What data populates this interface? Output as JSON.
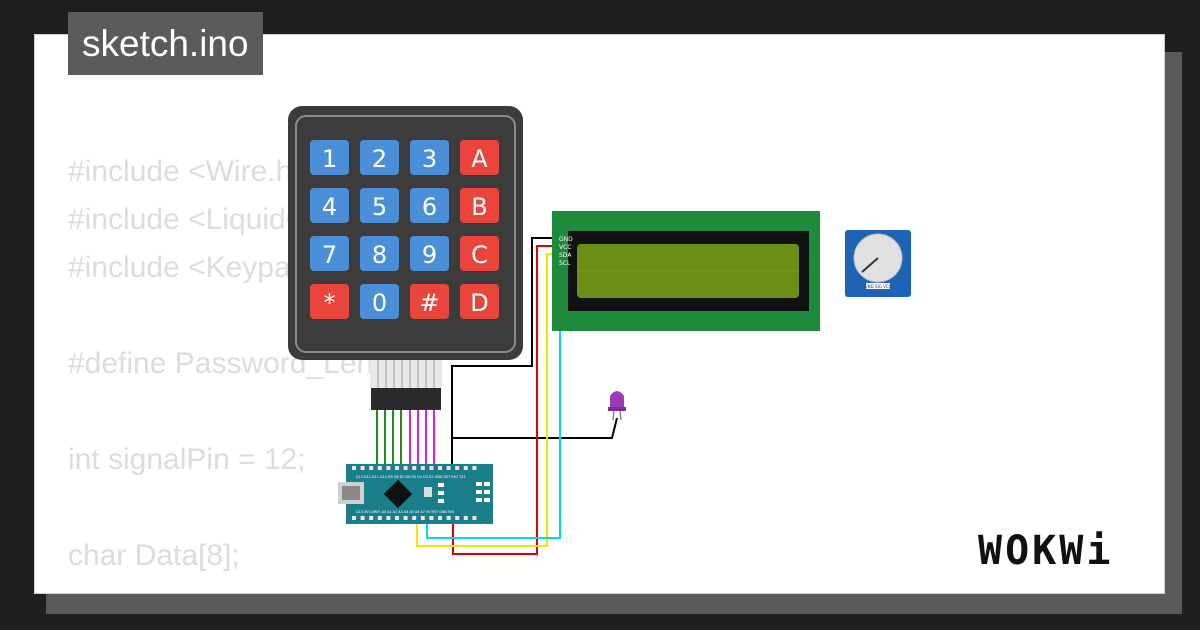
{
  "project": {
    "filename": "sketch.ino"
  },
  "code_lines": [
    "#include <Wire.h>",
    "#include <LiquidCrystal_I2C.h>",
    "#include <Keypad.h>",
    "",
    "#define Password_Length 5",
    "",
    "int signalPin = 12;",
    "",
    "char Data[8];"
  ],
  "keypad": {
    "keys": [
      "1",
      "2",
      "3",
      "A",
      "4",
      "5",
      "6",
      "B",
      "7",
      "8",
      "9",
      "C",
      "*",
      "0",
      "#",
      "D"
    ],
    "colors": {
      "number": "#4a8fd8",
      "letter": "#e8453c",
      "body": "#3c3c3c"
    }
  },
  "lcd": {
    "pins": [
      "GND",
      "VCC",
      "SDA",
      "SCL"
    ],
    "colors": {
      "board": "#1e8a3c",
      "screen": "#6b8e16"
    }
  },
  "potentiometer": {
    "pins": [
      "GND",
      "SIG",
      "VCC"
    ]
  },
  "arduino": {
    "top_labels": "D13 D12 D11 D10 D9 D8 D7 D6 D5 D4 D3 D2 GND RST RX1 TX1",
    "bottom_labels": "D13 3V3 AREF A0 A1 A2 A3 A4 A5 A6 A7 5V RST GND VIN",
    "color": "#1a7f8a"
  },
  "led": {
    "color": "#9b3bb8"
  },
  "brand": {
    "logo_text": "WOKWi"
  }
}
